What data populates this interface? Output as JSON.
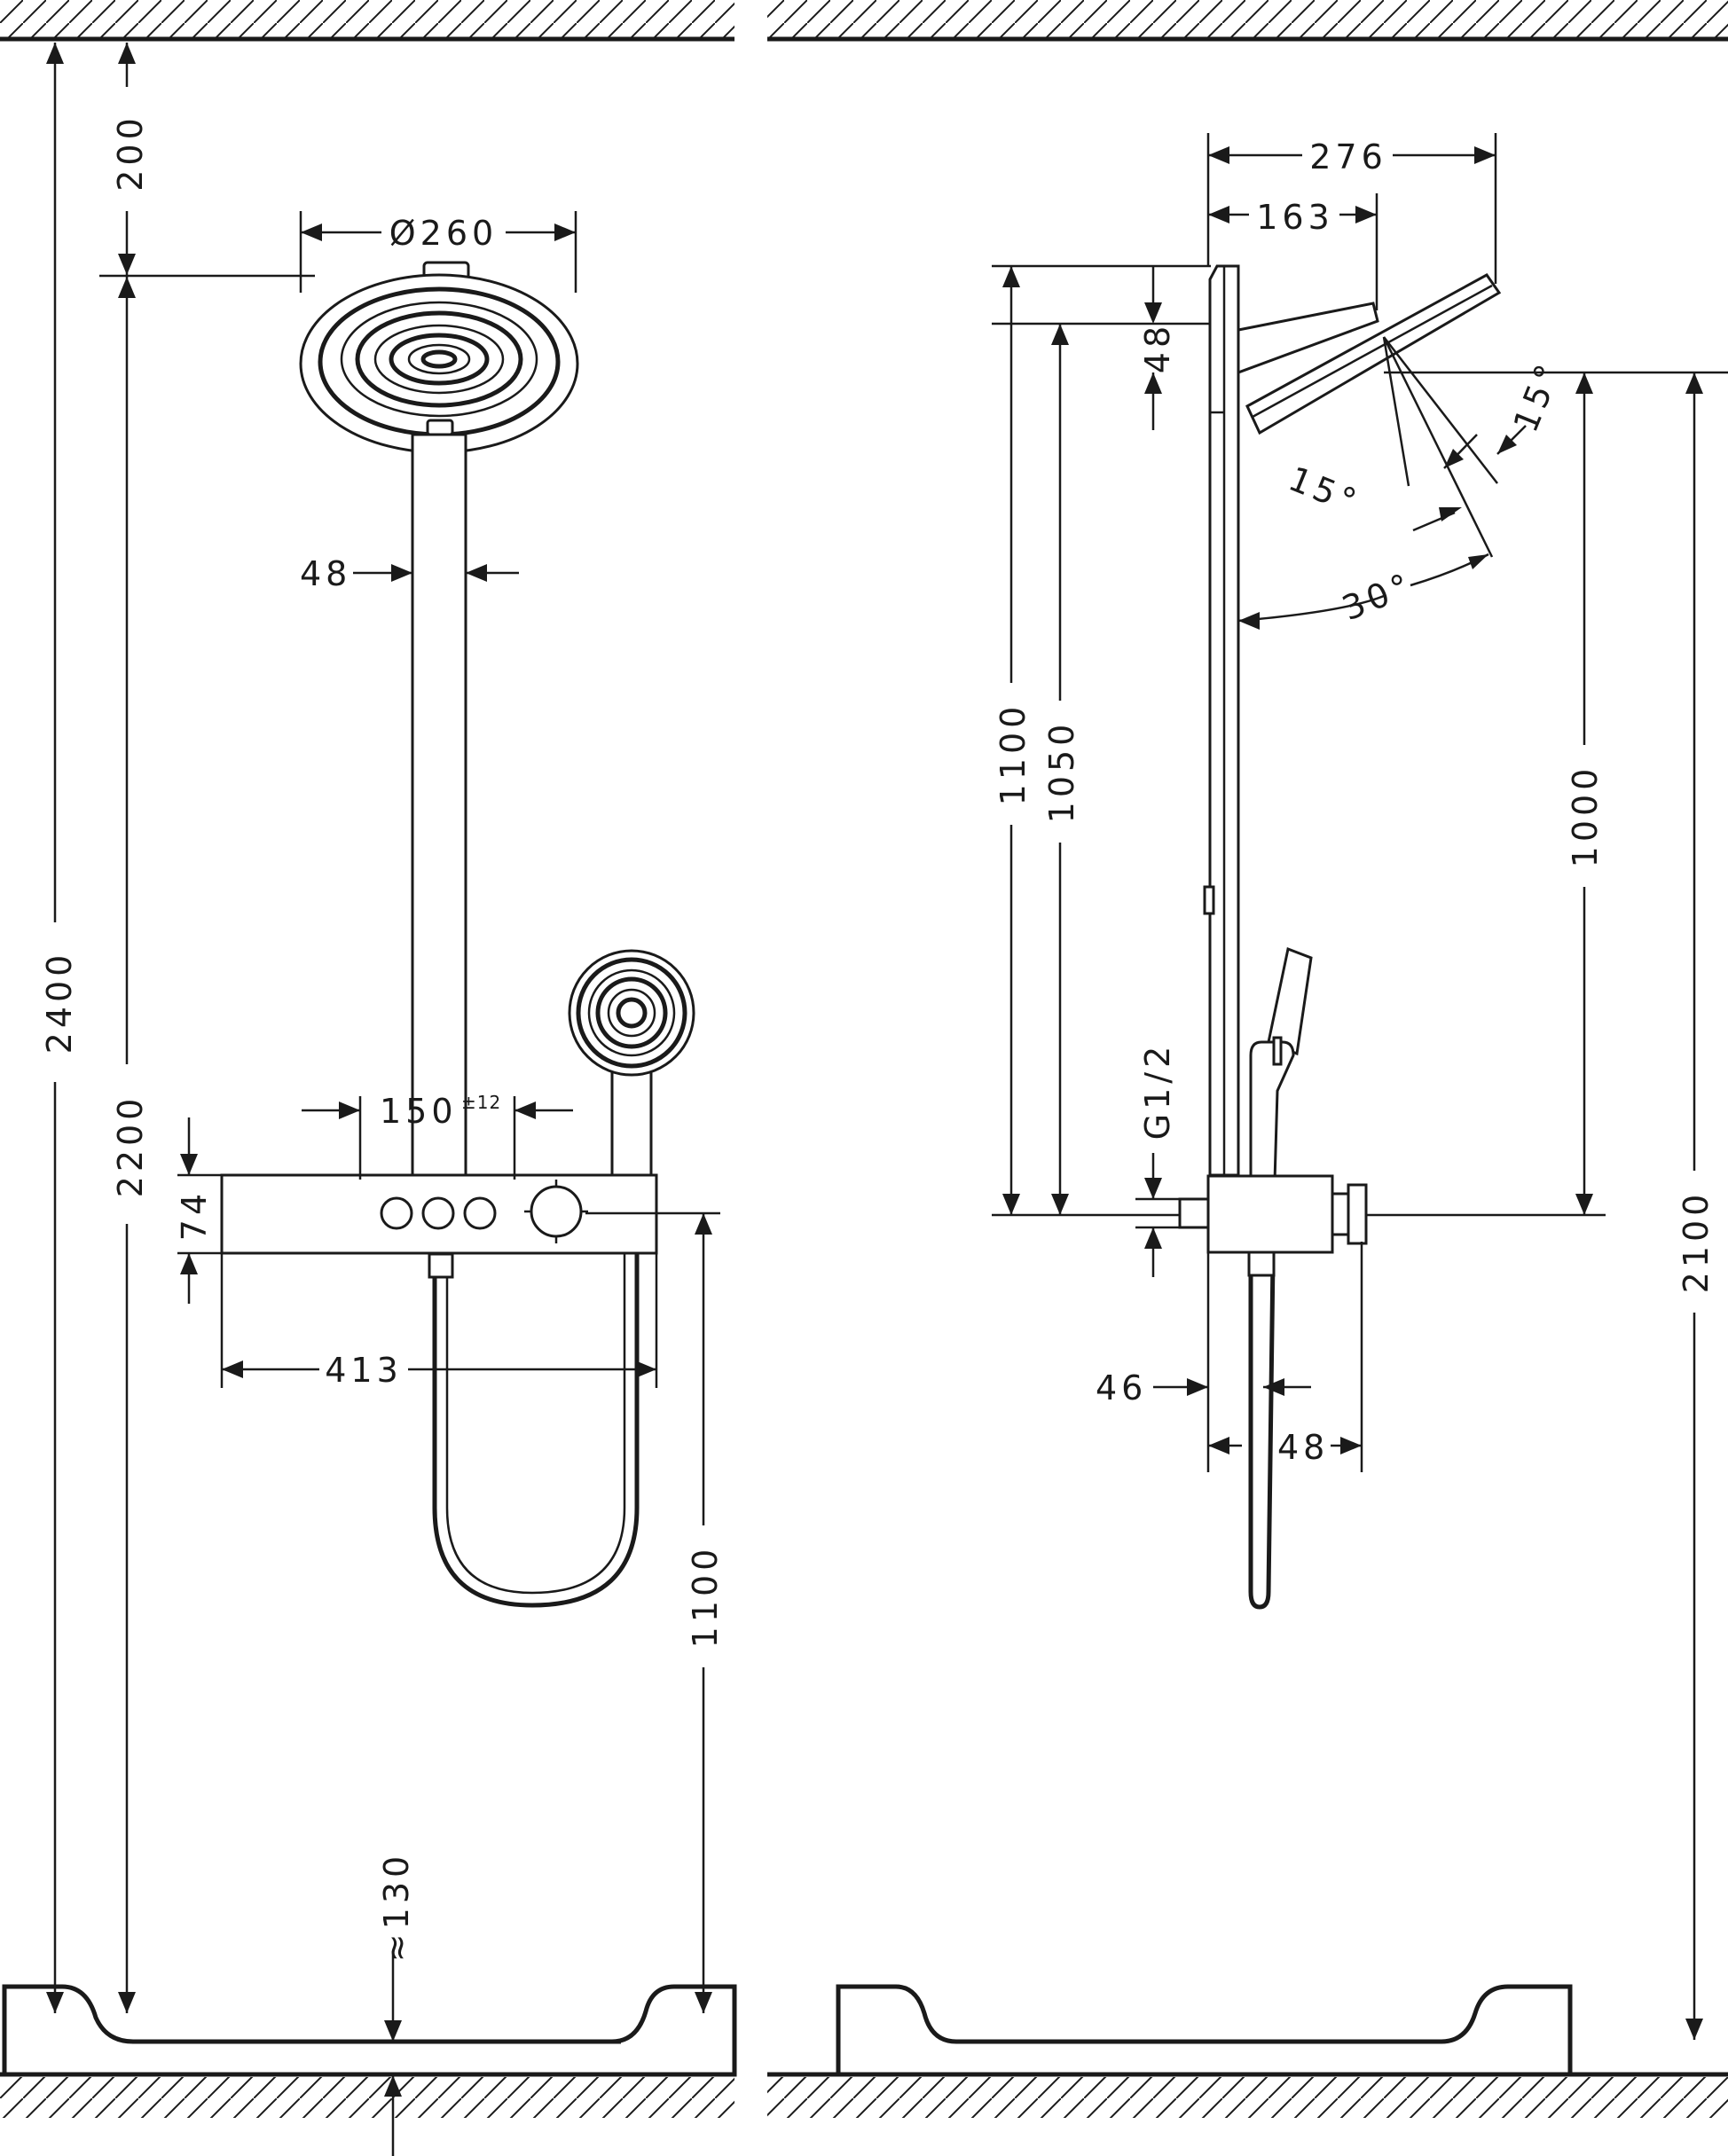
{
  "colors": {
    "ink": "#1a1a1a",
    "paper": "#ffffff"
  },
  "front_view": {
    "dim_total_height": "2400",
    "dim_top_gap": "200",
    "dim_head_height": "2200",
    "dim_head_diameter": "Ø260",
    "dim_pipe_width": "48",
    "dim_valve_spacing": "150",
    "dim_valve_tolerance": "±12",
    "dim_thermostat_height": "74",
    "dim_thermostat_width": "413",
    "dim_thermostat_floor": "1100",
    "dim_tray_offset": "≈130"
  },
  "side_view": {
    "dim_head_reach": "276",
    "dim_arm_reach": "163",
    "dim_rail_top": "48",
    "dim_total_rail": "1100",
    "dim_rail_arm": "1050",
    "dim_head_drop": "1000",
    "dim_head_floor": "2100",
    "dim_thread": "G1/2",
    "dim_body_depth": "46",
    "dim_body_width": "48",
    "angle_spray_left": "15°",
    "angle_spray_right": "15°",
    "angle_tilt": "30°"
  }
}
